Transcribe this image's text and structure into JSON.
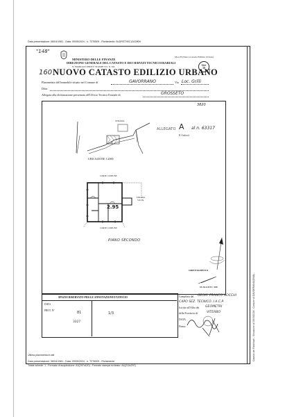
{
  "header_line": "Data presentazione: 08/04/1981 - Data: 09/05/2024 - n. T276509 - Richiedente: BLDRST90C12A390H",
  "stamp_topleft": "\"148\"",
  "ministry": {
    "line1": "MINISTERO DELLE FINANZE",
    "line2": "DIREZIONE GENERALE DEL CATASTO E DEI SERVIZI TECNICI ERARIALI",
    "line3": "N. ERARIALE-SERIE E STAMPE N.S. N. 304",
    "mod_label": "Mod. B (Nuovo Catasto Edilizio Urbano)",
    "lire": "Lire 50",
    "number_hw": "160",
    "title": "NUOVO CATASTO EDILIZIO URBANO"
  },
  "form": {
    "row1_label": "Planimetria dell'immobile situato nel Comune di",
    "row1_value": "GAVORRANO",
    "via_label": "Via",
    "via_value": "Loc. Grilli",
    "row2_label": "Ditta",
    "row3_label": "Allegata alla dichiarazione presentata all'Ufficio Tecnico Erariale di",
    "row3_value": "GROSSETO"
  },
  "plan": {
    "ref_number": "3820",
    "allegato": "ALLEGATO",
    "allegato_letter": "A",
    "allegato_code": "al n. 63317",
    "allegato_sub": "B Andorrà",
    "location_label": "UBICAZIONE 1:2000",
    "road_label": "STRADA",
    "sheet_mark": "3",
    "corte_comune": "CORTE COMUNE",
    "corte_comune_bottom": "CORTE COMUNE",
    "strada_vicin": "STRADA VICIN.",
    "height_label": "2.95",
    "floor_label": "PIANO SECONDO",
    "orientamento": "ORIENTAMENTO",
    "scala": "SCALA DI 1: 200"
  },
  "reserved_box": {
    "title": "SPAZIO RISERVATO PER LE ANNOTAZIONI D'UFFICIO",
    "data_label": "DATA",
    "prot_label": "PROT. N°",
    "hw_1": "81",
    "hw_2": "3327",
    "hw_3": "1/3"
  },
  "compiler": {
    "line1_label": "Compilata dal",
    "line1_value": "GEOM. FRANCO NOCCHI",
    "line2_value": "CAPO SEZ. TECNICO. I.A.C.P.",
    "line3_label": "Iscritto all'Albo dei",
    "line3_value": "GEOMETRI",
    "line4_label": "della Provincia di",
    "line4_value": "VITERBO",
    "line5_label": "DATA",
    "line5_label2": "Firma:"
  },
  "right_vertical": "Catasto dei Fabbricati - Situazione al 09/05/2024 - Comune di GAVORRANO(D948) -",
  "footer": {
    "line1": "Ultima planimetria in atti",
    "line2": "Data presentazione: 08/04/1981 - Data: 09/05/2024 - n. T276509 - Richiedente",
    "line3": "Totale schede: 1 - Formato di acquisizione: A3(297x420) - Formato stampa richiesto: A4(210x297)"
  }
}
